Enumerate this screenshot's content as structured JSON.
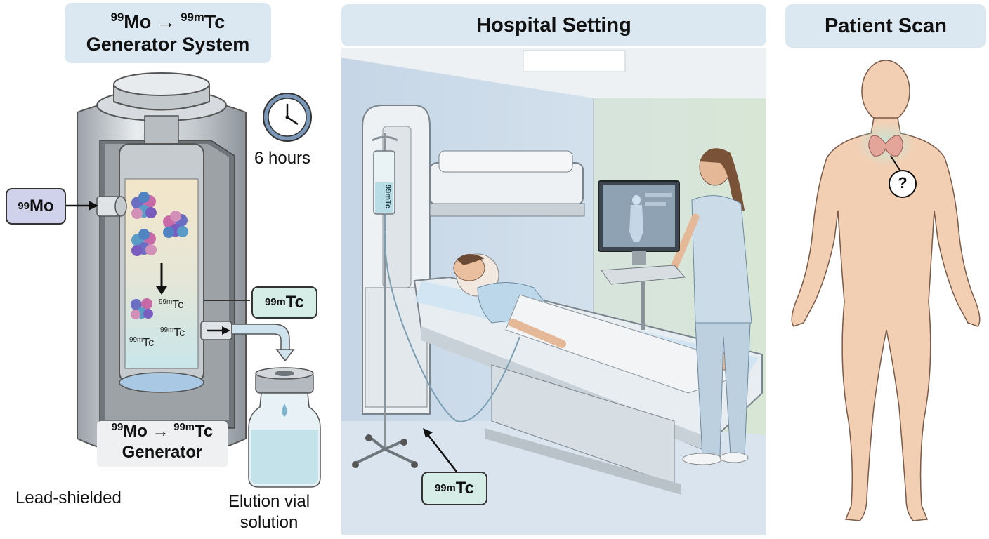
{
  "panels": {
    "generator": {
      "title_line1_a": "99",
      "title_line1_b": "Mo → ",
      "title_line1_c": "99m",
      "title_line1_d": "Tc",
      "title_line2": "Generator System",
      "input_label_a": "99",
      "input_label_b": "Mo",
      "output_label_a": "99m",
      "output_label_b": "Tc",
      "clock_text": "6 hours",
      "generator_label_a": "99",
      "generator_label_b": "Mo → ",
      "generator_label_c": "99m",
      "generator_label_d": "Tc",
      "generator_label_line2": "Generator",
      "shield_text": "Lead-shielded",
      "vial_text_line1": "Elution vial",
      "vial_text_line2": "solution",
      "inner_labels": [
        {
          "a": "99m",
          "b": "Tc"
        },
        {
          "a": "99m",
          "b": "Tc"
        },
        {
          "a": "99m",
          "b": "Tc"
        }
      ]
    },
    "hospital": {
      "title": "Hospital Setting",
      "syringe_label": "99mTc",
      "tube_label_a": "99m",
      "tube_label_b": "Tc"
    },
    "patient": {
      "title": "Patient Scan",
      "marker": "?"
    }
  },
  "colors": {
    "title_bg": "#dbe7f1",
    "mo_box": "#cfd2ea",
    "tc_box": "#d6ece6",
    "skin": "#f2cfb3",
    "thyroid": "#e3a49a"
  }
}
